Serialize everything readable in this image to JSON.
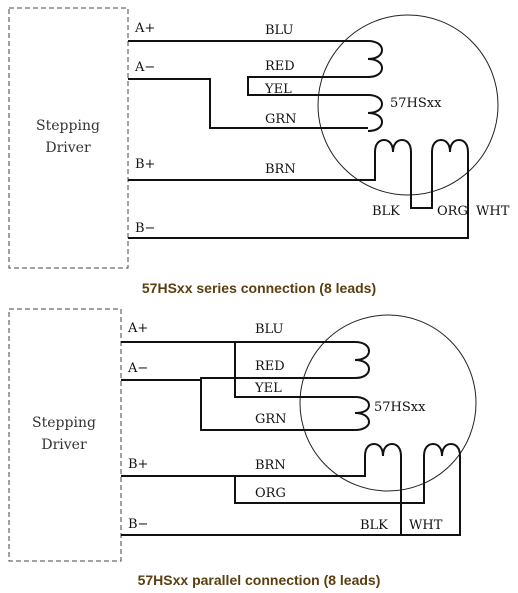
{
  "series": {
    "driver_line1": "Stepping",
    "driver_line2": "Driver",
    "terminals": {
      "a_plus": "A+",
      "a_minus": "A−",
      "b_plus": "B+",
      "b_minus": "B−"
    },
    "wires": {
      "blu": "BLU",
      "red": "RED",
      "yel": "YEL",
      "grn": "GRN",
      "brn": "BRN",
      "blk": "BLK",
      "org": "ORG",
      "wht": "WHT"
    },
    "motor": "57HSxx",
    "caption": "57HSxx series connection (8 leads)"
  },
  "parallel": {
    "driver_line1": "Stepping",
    "driver_line2": "Driver",
    "terminals": {
      "a_plus": "A+",
      "a_minus": "A−",
      "b_plus": "B+",
      "b_minus": "B−"
    },
    "wires": {
      "blu": "BLU",
      "red": "RED",
      "yel": "YEL",
      "grn": "GRN",
      "brn": "BRN",
      "org": "ORG",
      "blk": "BLK",
      "wht": "WHT"
    },
    "motor": "57HSxx",
    "caption": "57HSxx parallel connection (8 leads)"
  }
}
